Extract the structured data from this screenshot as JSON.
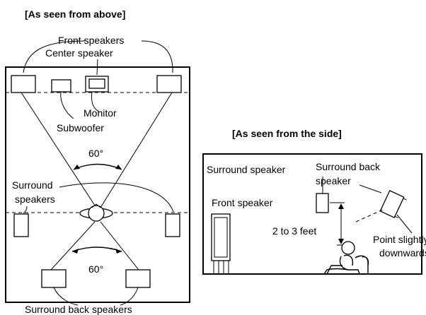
{
  "top_view": {
    "heading": "[As seen from above]",
    "front_speakers": "Front speakers",
    "center_speaker": "Center speaker",
    "monitor": "Monitor",
    "subwoofer": "Subwoofer",
    "angle_front": "60°",
    "surround_speakers_line1": "Surround",
    "surround_speakers_line2": "speakers",
    "angle_back": "60°",
    "surround_back_speakers": "Surround back speakers"
  },
  "side_view": {
    "heading": "[As seen from the side]",
    "surround_speaker": "Surround speaker",
    "surround_back_line1": "Surround back",
    "surround_back_line2": "speaker",
    "front_speaker": "Front speaker",
    "height": "2 to 3 feet",
    "point_line1": "Point slightly",
    "point_line2": "downwards"
  }
}
